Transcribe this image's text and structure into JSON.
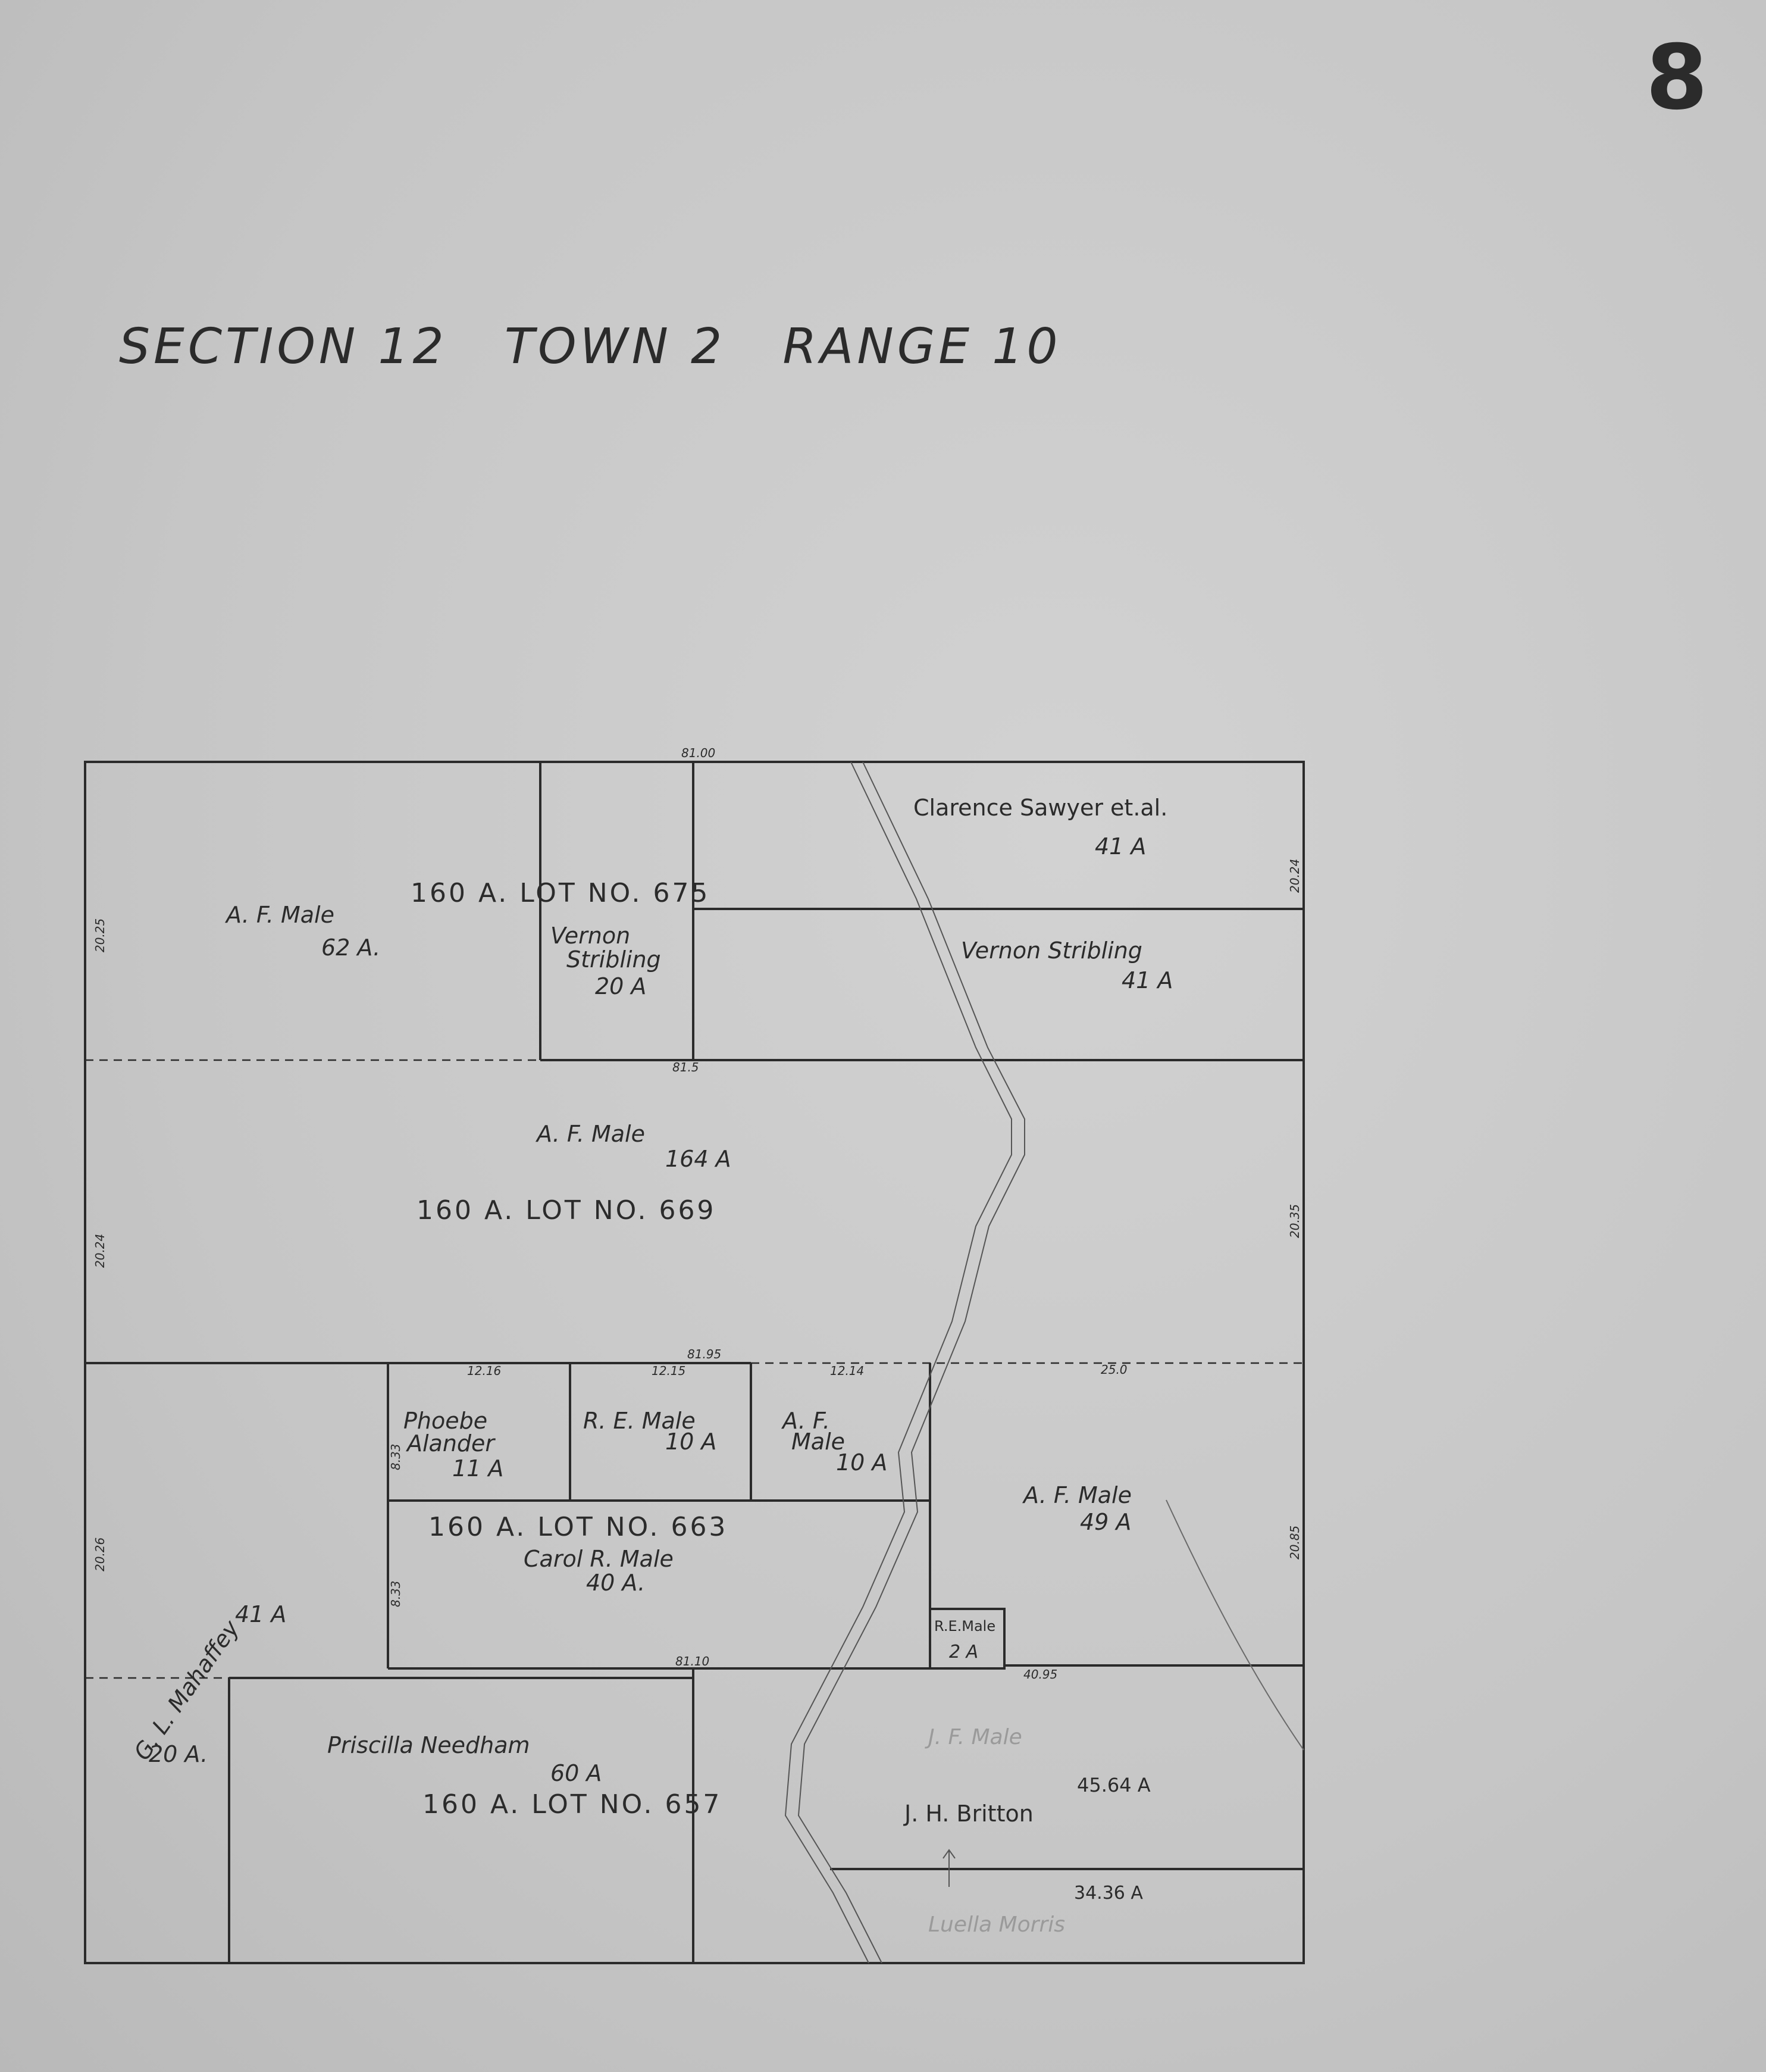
{
  "sheet": {
    "page_number": "8",
    "title": "SECTION 12   TOWN 2   RANGE 10"
  },
  "lots": {
    "lot_675": "160 A. LOT NO. 675",
    "lot_669": "160 A. LOT NO. 669",
    "lot_663": "160 A. LOT NO. 663",
    "lot_657": "160 A. LOT NO. 657"
  },
  "parcels": {
    "af_male_62": {
      "owner": "A. F. Male",
      "acres": "62 A."
    },
    "vernon_20": {
      "owner_line1": "Vernon",
      "owner_line2": "Stribling",
      "acres": "20 A"
    },
    "sawyer": {
      "owner": "Clarence Sawyer et.al.",
      "acres": "41 A"
    },
    "vernon_41": {
      "owner": "Vernon Stribling",
      "acres": "41 A"
    },
    "af_male_164": {
      "owner": "A. F. Male",
      "acres": "164 A"
    },
    "phoebe": {
      "owner_line1": "Phoebe",
      "owner_line2": "Alander",
      "acres": "11 A"
    },
    "re_male_10": {
      "owner": "R. E. Male",
      "acres": "10 A"
    },
    "af_male_10": {
      "owner_line1": "A. F.",
      "owner_line2": "Male",
      "acres": "10 A"
    },
    "af_male_49": {
      "owner": "A. F. Male",
      "acres": "49 A"
    },
    "carol": {
      "owner": "Carol R. Male",
      "acres": "40 A."
    },
    "re_male_2": {
      "owner": "R.E.Male",
      "acres": "2 A"
    },
    "mahaffey_41": {
      "acres": "41 A"
    },
    "mahaffey_20": {
      "owner": "G. L. Mahaffey",
      "acres": "20 A."
    },
    "priscilla": {
      "owner": "Priscilla Needham",
      "acres": "60 A"
    },
    "britton": {
      "owner": "J. H. Britton",
      "acres_upper": "45.64 A",
      "acres_lower": "34.36 A"
    }
  },
  "faded_notes": {
    "erased_1": "J. F. Male",
    "erased_2": "Luella Morris"
  },
  "measurements": {
    "top": "81.00",
    "mid_upper": "81.5",
    "mid": "81.95",
    "mid_lower": "81.10",
    "left_upper": "20.25",
    "left_mid": "20.24",
    "left_lower": "20.26",
    "right_upper": "20.24",
    "right_mid": "20.35",
    "right_lower": "20.85",
    "seg_1": "12.16",
    "seg_2": "12.15",
    "seg_3": "12.14",
    "seg_4": "25.0",
    "seg_5": "40.95",
    "seg_6": "8.33",
    "seg_7": "8.33"
  }
}
